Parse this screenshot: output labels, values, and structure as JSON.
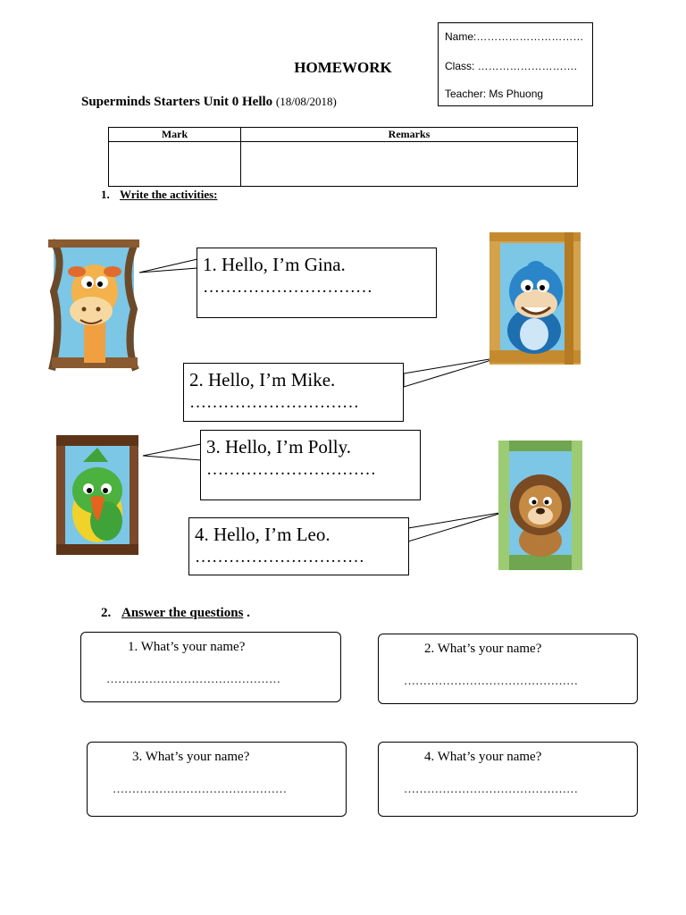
{
  "info": {
    "name_label": "Name:…………………………",
    "class_label": "Class: ……………………….",
    "teacher_label": "Teacher: Ms Phuong"
  },
  "title": "HOMEWORK",
  "subtitle": {
    "main": "Superminds Starters Unit 0 Hello",
    "date": "(18/08/2018)"
  },
  "marks_table": {
    "col1": "Mark",
    "col2": "Remarks"
  },
  "section1": {
    "number": "1.",
    "title": "Write the activities:"
  },
  "callouts": [
    {
      "text": "1. Hello, I’m Gina.",
      "dots": "…………………………"
    },
    {
      "text": "2. Hello, I’m Mike.",
      "dots": "…………………………"
    },
    {
      "text": "3. Hello, I’m Polly.",
      "dots": "…………………………"
    },
    {
      "text": "4. Hello, I’m Leo.",
      "dots": "…………………………"
    }
  ],
  "characters": [
    "giraffe-icon",
    "monkey-icon",
    "parrot-icon",
    "lion-icon"
  ],
  "section2": {
    "number": "2.",
    "title": "Answer the questions",
    "suffix": " ."
  },
  "questions": [
    {
      "q": "1. What’s your name?",
      "dots": "………………………………………"
    },
    {
      "q": "2. What’s your name?",
      "dots": "………………………………………"
    },
    {
      "q": "3. What’s your name?",
      "dots": "………………………………………"
    },
    {
      "q": "4. What’s your name?",
      "dots": "………………………………………"
    }
  ]
}
